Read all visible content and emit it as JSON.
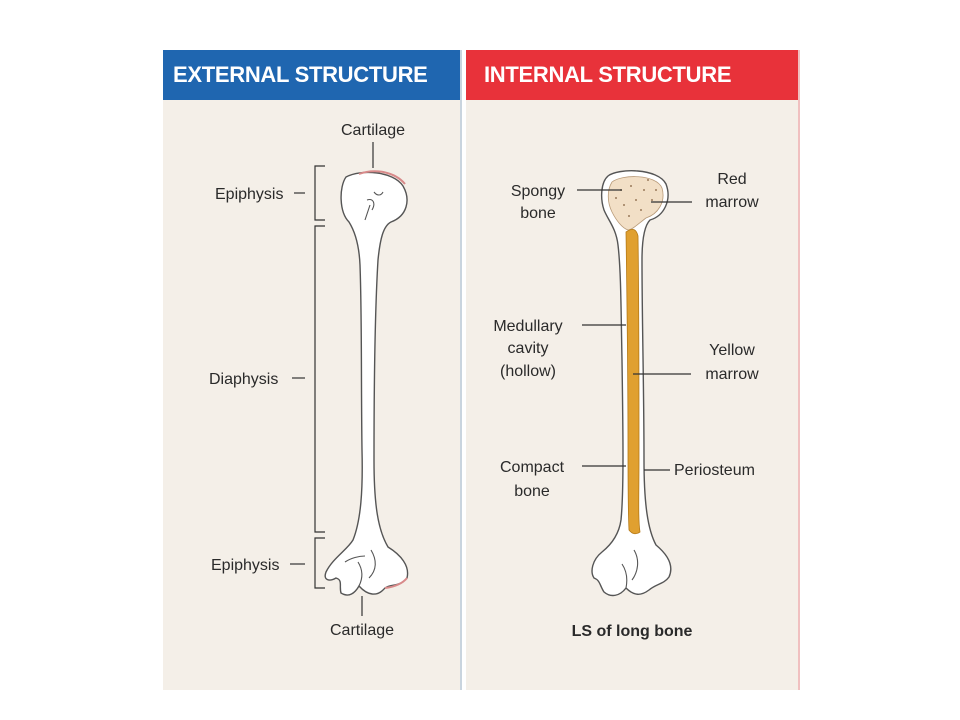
{
  "external": {
    "header": "EXTERNAL STRUCTURE",
    "labels": {
      "cartilage_top": "Cartilage",
      "epiphysis_top": "Epiphysis",
      "diaphysis": "Diaphysis",
      "epiphysis_bottom": "Epiphysis",
      "cartilage_bottom": "Cartilage"
    }
  },
  "internal": {
    "header": "INTERNAL STRUCTURE",
    "labels": {
      "spongy_1": "Spongy",
      "spongy_2": "bone",
      "red_1": "Red",
      "red_2": "marrow",
      "medullary_1": "Medullary",
      "medullary_2": "cavity",
      "medullary_3": "(hollow)",
      "yellow_1": "Yellow",
      "yellow_2": "marrow",
      "compact_1": "Compact",
      "compact_2": "bone",
      "periosteum": "Periosteum"
    },
    "caption": "LS of long bone"
  },
  "colors": {
    "external_header": "#1f66b0",
    "internal_header": "#e8323a",
    "panel_background": "#f4efe8",
    "yellow_marrow": "#e0a030",
    "spongy_bone": "#f2dfc6",
    "cartilage": "#d88a8a"
  }
}
